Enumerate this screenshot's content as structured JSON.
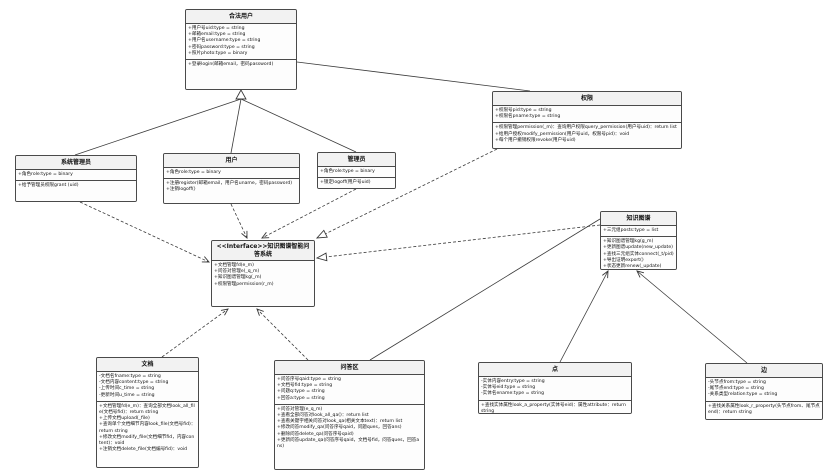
{
  "diagram": {
    "type": "uml-class-diagram",
    "background_color": "#ffffff",
    "line_color": "#3a3a3a",
    "classes": [
      {
        "id": "legal-user",
        "title": "合法用户",
        "attributes": [
          "+用户号uid:type = string",
          "+邮箱email:type = string",
          "+用户名username:type = string",
          "+密码password:type = string",
          "+照片photo:type = binary"
        ],
        "methods": [
          "+登录login(邮箱email，密码password)"
        ]
      },
      {
        "id": "permission",
        "title": "权限",
        "attributes": [
          "+权限号pid:type = string",
          "+权限名pname:type = string"
        ],
        "methods": [
          "+权限管理permission(_m)：查询用户权限query_permission(用户号uid)：return list",
          "+给用户授权modify_permission(用户号uid，权限号pid)：void",
          "+每个用户撤销权限revoke(用户号uid)"
        ]
      },
      {
        "id": "sys-admin",
        "title": "系统管理员",
        "attributes": [
          "+角色role:type = binary"
        ],
        "methods": [
          "+给予管理员权限grant (uid)"
        ]
      },
      {
        "id": "user",
        "title": "用户",
        "attributes": [
          "+角色role:type = binary"
        ],
        "methods": [
          "+注册register(邮箱email，用户名uname，密码password)",
          "+注销logoff()"
        ]
      },
      {
        "id": "admin",
        "title": "管理员",
        "attributes": [
          "+角色role:type = binary"
        ],
        "methods": [
          "+锁定logoff(用户号uid)"
        ]
      },
      {
        "id": "qa-interface",
        "title": "<<Interface>>知识图谱智能问答系统",
        "attributes": [],
        "methods": [
          "+文档管理fd(e_m)",
          "+问答对管理e(_q_m)",
          "+知识图谱管理kg(_m)",
          "+权限管理permission(r_m)"
        ]
      },
      {
        "id": "knowledge-graph",
        "title": "知识图谱",
        "attributes": [
          "+三元组posts:type = list"
        ],
        "methods": [
          "+知识图谱管理kg(g_m)",
          "+更新图谱update(new_update)",
          "+查找三元组实体connect(_t/pid)",
          "+导出证明export()",
          "+状态更新renew(_update)"
        ]
      },
      {
        "id": "document",
        "title": "文档",
        "attributes": [
          "-文档名fname:type = string",
          "-文档内容content:type = string",
          "-上传时间c_time = string",
          "-更新时间u_time = string"
        ],
        "methods": [
          "+文档管理fd(e_m)：查询全部文档look_all_file(文档号fid)：return string",
          "+上传文档upload(_file)",
          "+查询单个文档细节内容look_file(文档号fid)：return string",
          "+修改文档modify_file(文档细节fid，内容content)：void",
          "+注销文档delete_file(文档编号fid)：void"
        ]
      },
      {
        "id": "qa-area",
        "title": "问答区",
        "attributes": [
          "+问答序号qaid:type = string",
          "+文档号fid:type = string",
          "+问题q:type = string",
          "+回答a:type = string"
        ],
        "methods": [
          "+问答对管理(e_q_m)",
          "+查看全部问答对look_all_qa()：return list",
          "+查看关键字相关问答对look_qa(相关文本text)：return list",
          "+修改问答modify_qa(问答序号qaid，问题ques，回答ans)",
          "+删除问答delete_qa(问答序号qaid)",
          "+更新问答update_qa(问答序号qaid，文档号fid，问答ques，回答ans)"
        ]
      },
      {
        "id": "node",
        "title": "点",
        "attributes": [
          "-实体内容entry:type = string",
          "-实体号eid:type = string",
          "-实体名ename:type = string"
        ],
        "methods": [
          "+查找实体属性look_a_property(实体号eid)：属性attribute：return string"
        ]
      },
      {
        "id": "edge",
        "title": "边",
        "attributes": [
          "-头节点from:type = string",
          "-尾节点end:type = string",
          "-关系类型relation:type = string"
        ],
        "methods": [
          "+查找关系属性look_r_property(头节点from、尾节点end)：return string"
        ]
      }
    ],
    "relations": [
      {
        "from": "系统管理员",
        "to": "合法用户",
        "type": "generalization"
      },
      {
        "from": "用户",
        "to": "合法用户",
        "type": "generalization"
      },
      {
        "from": "管理员",
        "to": "合法用户",
        "type": "generalization"
      },
      {
        "from": "合法用户",
        "to": "权限",
        "type": "association"
      },
      {
        "from": "用户",
        "to": "知识图谱智能问答系统",
        "type": "dependency"
      },
      {
        "from": "管理员",
        "to": "知识图谱智能问答系统",
        "type": "dependency"
      },
      {
        "from": "系统管理员",
        "to": "知识图谱智能问答系统",
        "type": "dependency"
      },
      {
        "from": "权限",
        "to": "知识图谱智能问答系统",
        "type": "realization"
      },
      {
        "from": "知识图谱",
        "to": "知识图谱智能问答系统",
        "type": "realization"
      },
      {
        "from": "文档",
        "to": "知识图谱智能问答系统",
        "type": "dependency"
      },
      {
        "from": "问答区",
        "to": "知识图谱智能问答系统",
        "type": "dependency"
      },
      {
        "from": "问答区",
        "to": "知识图谱",
        "type": "association"
      },
      {
        "from": "点",
        "to": "知识图谱",
        "type": "association"
      },
      {
        "from": "边",
        "to": "知识图谱",
        "type": "association"
      }
    ]
  }
}
